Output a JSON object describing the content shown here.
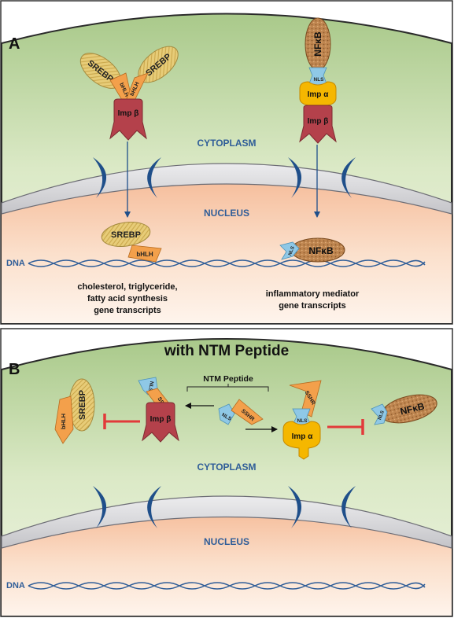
{
  "panel_a": {
    "label": "A",
    "cytoplasm": "CYTOPLASM",
    "nucleus": "NUCLEUS",
    "dna": "DNA",
    "srebp": "SREBP",
    "bhlh": "bHLH",
    "imp_beta": "Imp β",
    "imp_alpha": "Imp α",
    "nfkb": "NFκB",
    "nls": "NLS",
    "srebp_targets": [
      "cholesterol, triglyceride,",
      "fatty acid synthesis",
      "gene transcripts"
    ],
    "nfkb_targets": [
      "inflammatory mediator",
      "gene transcripts"
    ]
  },
  "panel_b": {
    "label": "B",
    "title": "with NTM Peptide",
    "cytoplasm": "CYTOPLASM",
    "nucleus": "NUCLEUS",
    "dna": "DNA",
    "srebp": "SREBP",
    "bhlh": "bHLH",
    "imp_beta": "Imp β",
    "imp_alpha": "Imp α",
    "nfkb": "NFκB",
    "nls": "NLS",
    "sshr": "SSHR",
    "ntm_peptide": "NTM Peptide"
  },
  "colors": {
    "cytoplasm_green": "#cfe0b4",
    "nucleus_peach": "#f8cdb0",
    "membrane_gray": "#d4d4d8",
    "pore_navy": "#1f4f8a",
    "label_blue": "#2f5d98",
    "srebp_tan": "#e2c46a",
    "bhlh_orange": "#f3a04b",
    "imp_beta_red": "#b4414b",
    "imp_alpha_yellow": "#f5b700",
    "nls_blue": "#8fc8e6",
    "nfkb_brown": "#b47a45",
    "inhibit_red": "#e23a3a"
  }
}
